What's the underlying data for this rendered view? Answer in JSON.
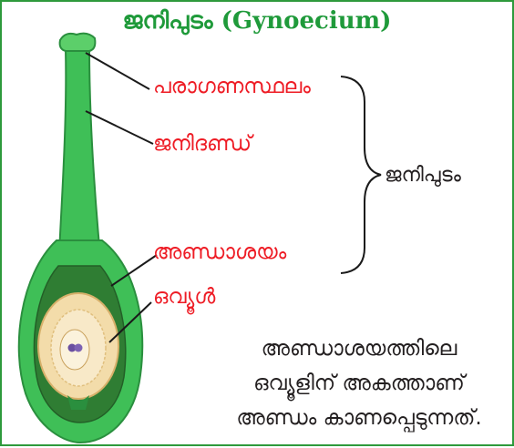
{
  "title": "ജനിപുടം (Gynoecium)",
  "labels": {
    "stigma": "പരാഗണസ്ഥലം",
    "style": "ജനിദണ്ഡ്",
    "ovary": "അണ്ഡാശയം",
    "ovule": "ഒവ്യൂൾ",
    "gynoecium": "ജനിപുടം"
  },
  "caption": {
    "line1": "അണ്ഡാശയത്തിലെ",
    "line2": "ഒവ്യൂളിന് അകത്താണ്",
    "line3": "അണ്ഡം കാണപ്പെടുന്നത്."
  },
  "colors": {
    "label_red": "#ee1c25",
    "title_green": "#1f9a3a",
    "pistil_green": "#3fbf57",
    "pistil_dark": "#2a8f3e",
    "ovule_fill": "#f3dcaa",
    "nucleus": "#6a4fa0"
  }
}
